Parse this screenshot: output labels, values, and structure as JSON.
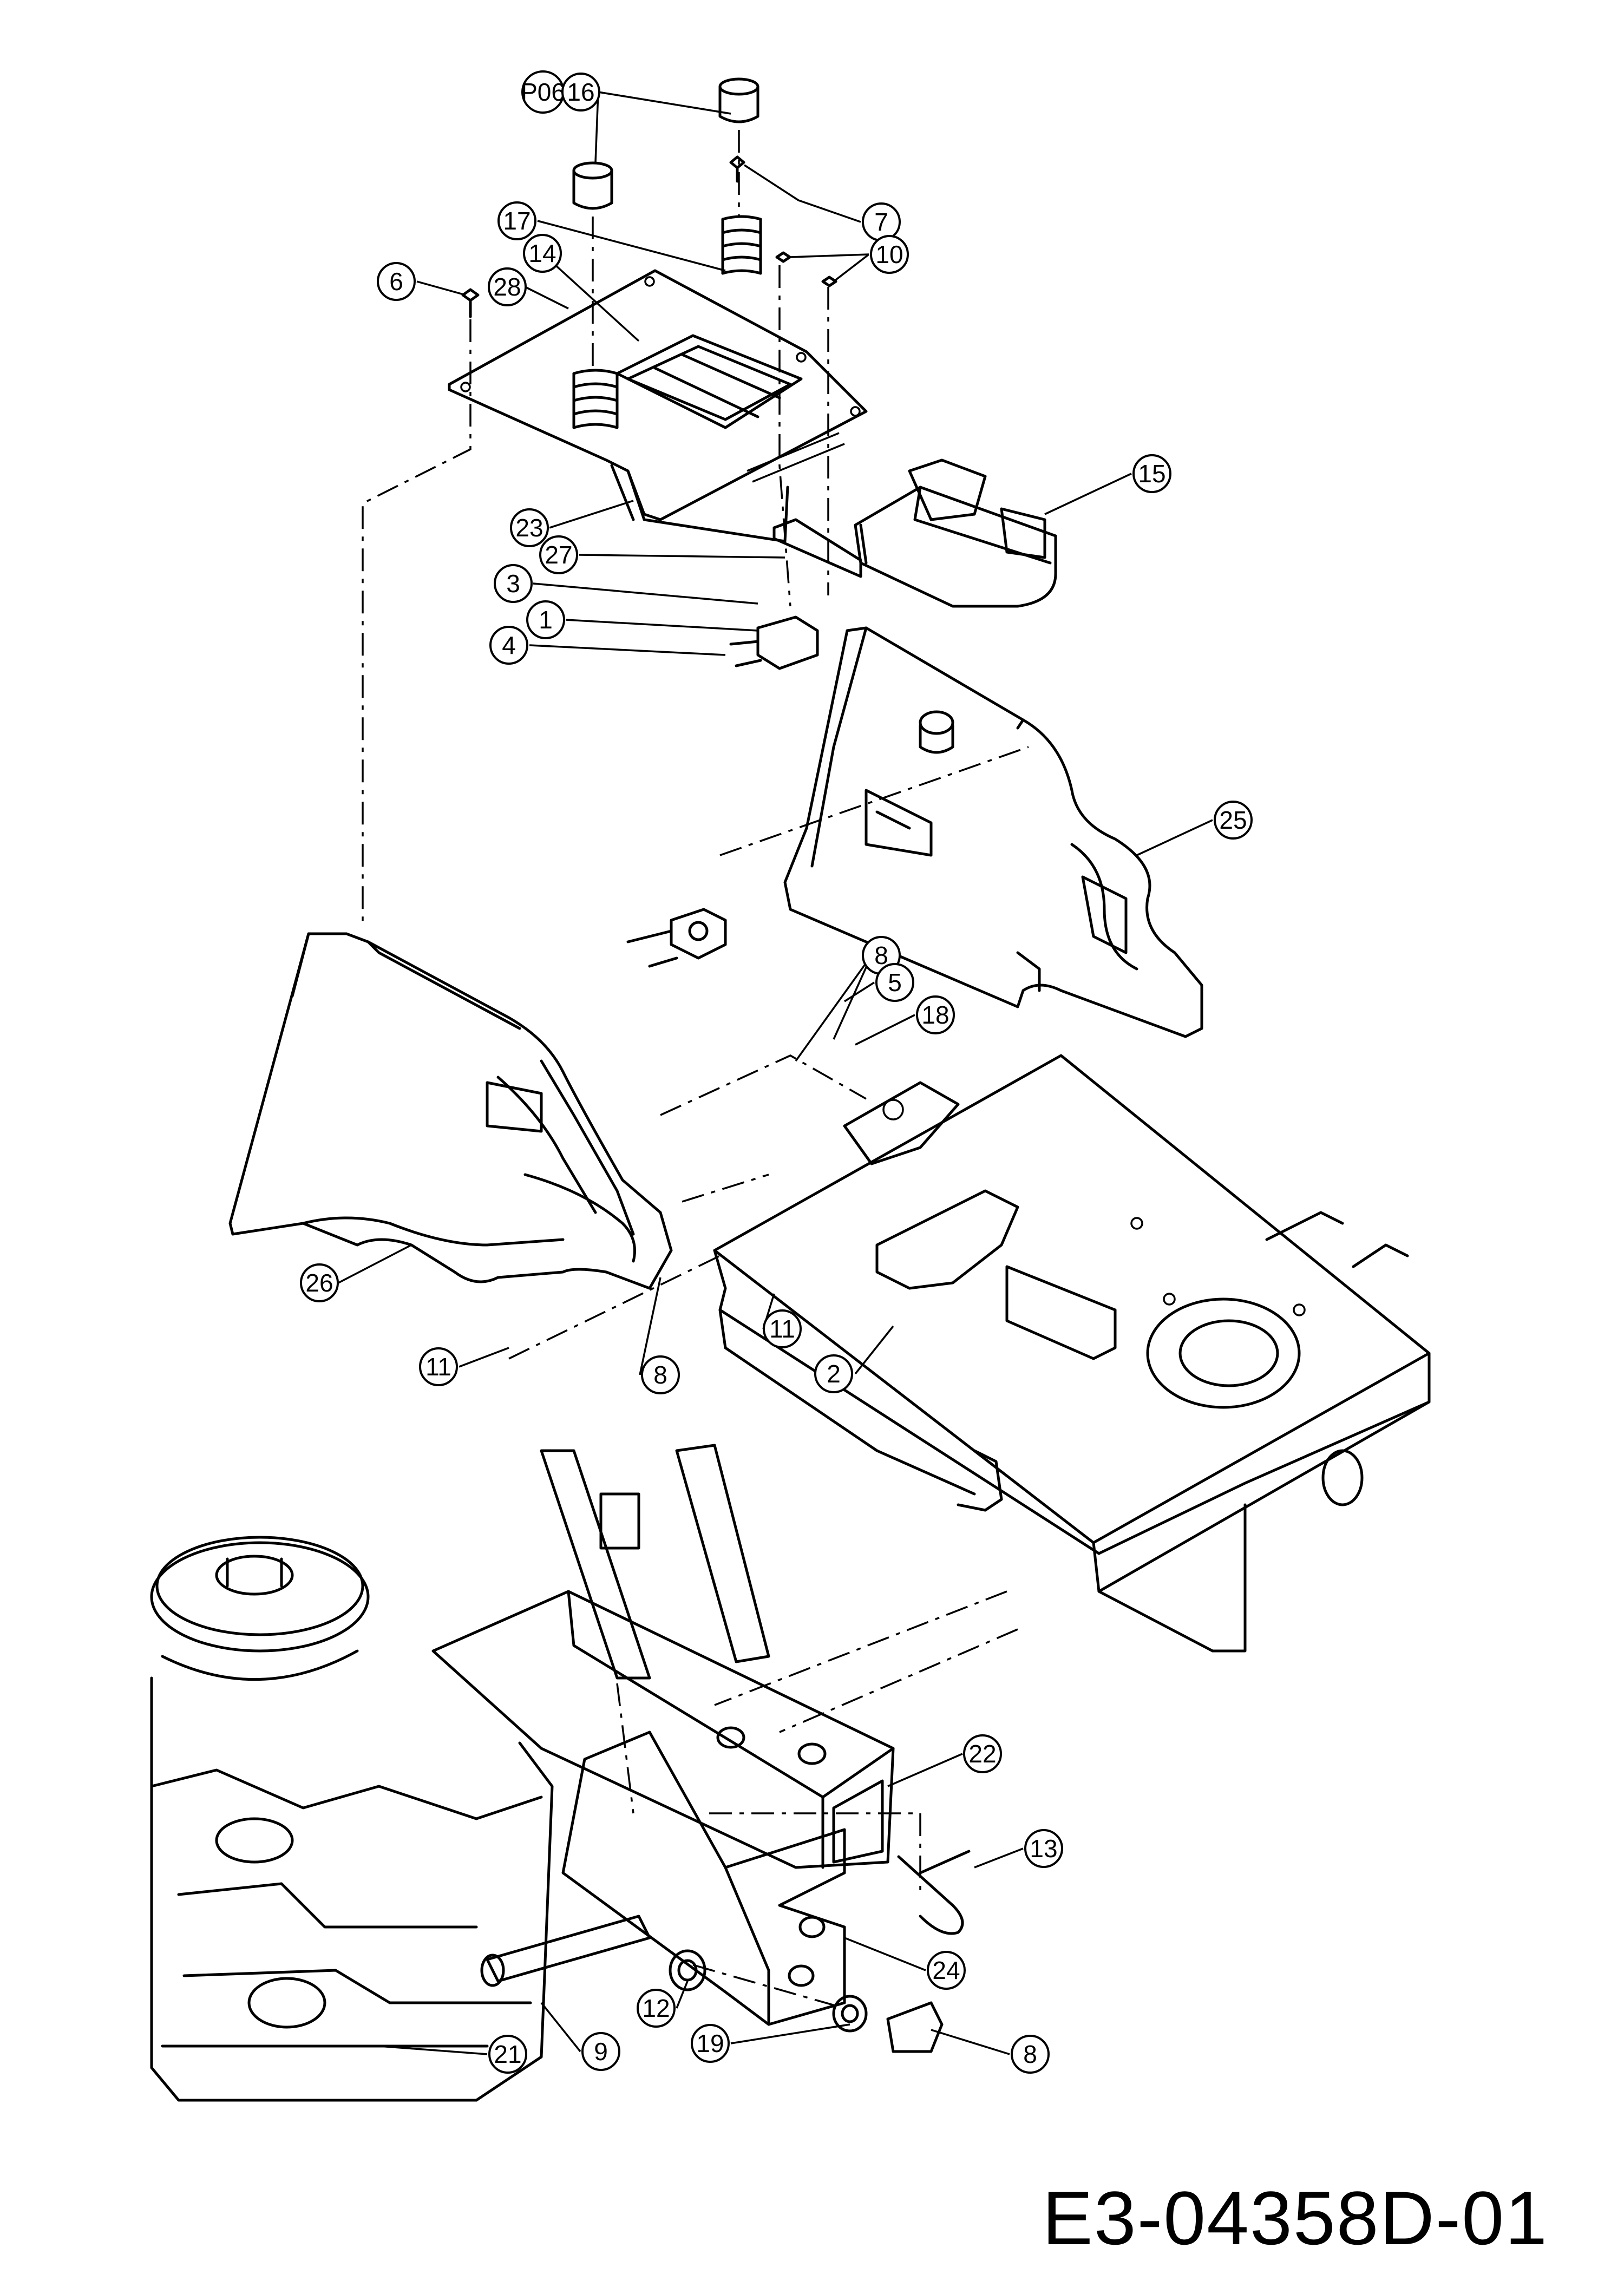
{
  "callouts": [
    {
      "id": "c-p06",
      "label": "P06"
    },
    {
      "id": "c16",
      "label": "16"
    },
    {
      "id": "c7a",
      "label": "7"
    },
    {
      "id": "c17",
      "label": "17"
    },
    {
      "id": "c14",
      "label": "14"
    },
    {
      "id": "c10",
      "label": "10"
    },
    {
      "id": "c6",
      "label": "6"
    },
    {
      "id": "c28",
      "label": "28"
    },
    {
      "id": "c15",
      "label": "15"
    },
    {
      "id": "c23",
      "label": "23"
    },
    {
      "id": "c27",
      "label": "27"
    },
    {
      "id": "c3",
      "label": "3"
    },
    {
      "id": "c1",
      "label": "1"
    },
    {
      "id": "c4",
      "label": "4"
    },
    {
      "id": "c25",
      "label": "25"
    },
    {
      "id": "c8a",
      "label": "8"
    },
    {
      "id": "c5",
      "label": "5"
    },
    {
      "id": "c18",
      "label": "18"
    },
    {
      "id": "c26",
      "label": "26"
    },
    {
      "id": "c11a",
      "label": "11"
    },
    {
      "id": "c11b",
      "label": "11"
    },
    {
      "id": "c8b",
      "label": "8"
    },
    {
      "id": "c2",
      "label": "2"
    },
    {
      "id": "c22",
      "label": "22"
    },
    {
      "id": "c13",
      "label": "13"
    },
    {
      "id": "c24",
      "label": "24"
    },
    {
      "id": "c12",
      "label": "12"
    },
    {
      "id": "c19",
      "label": "19"
    },
    {
      "id": "c8c",
      "label": "8"
    },
    {
      "id": "c21",
      "label": "21"
    },
    {
      "id": "c9",
      "label": "9"
    }
  ],
  "drawing_id": "E3-04358D-01"
}
